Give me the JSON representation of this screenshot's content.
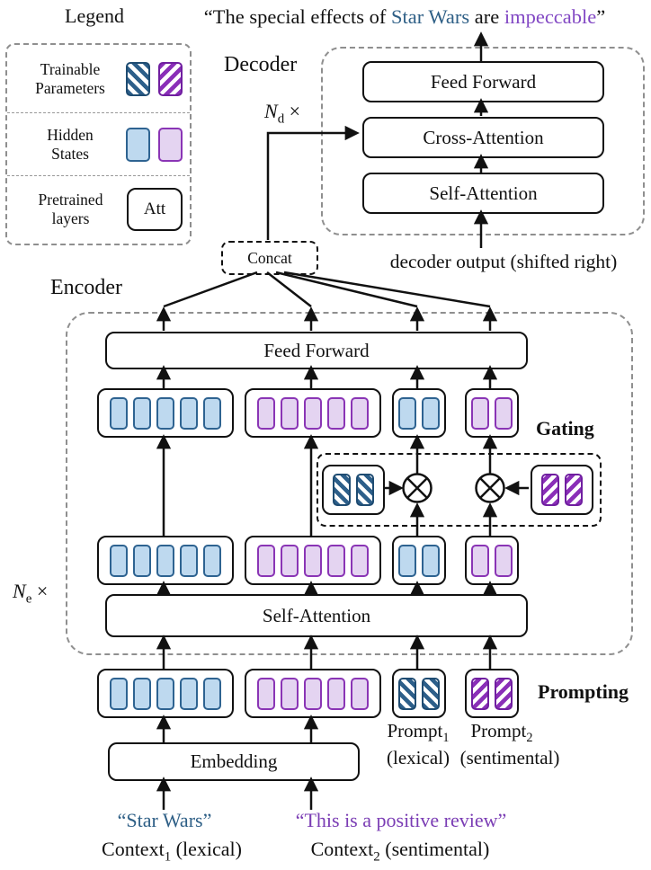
{
  "title": {
    "part1": "“The special effects of ",
    "star_wars": "Star Wars",
    "part2": " are ",
    "impeccable": "impeccable",
    "part3": "”"
  },
  "colors": {
    "steel_blue_text": "#2e5f86",
    "purple_text": "#8248c4",
    "blue_cell_fill": "#bed9ef",
    "blue_cell_border": "#2e6391",
    "purple_cell_fill": "#e4d4f1",
    "purple_cell_border": "#8a35b5",
    "hatch_blue": "#2d5f8a",
    "hatch_purple": "#8a2fb8",
    "dashed_gray": "#8f8f8f"
  },
  "legend": {
    "heading": "Legend",
    "trainable_line1": "Trainable",
    "trainable_line2": "Parameters",
    "hidden_line1": "Hidden",
    "hidden_line2": "States",
    "pretrained_line1": "Pretrained",
    "pretrained_line2": "layers",
    "att_label": "Att",
    "swatches": {
      "hatch_blue": {
        "kind": "hatch-blue sw",
        "count": 1
      },
      "hatch_purple": {
        "kind": "hatch-purple sw",
        "count": 1
      },
      "solid_blue": {
        "kind": "solid-blue sw",
        "count": 1
      },
      "solid_purple": {
        "kind": "solid-purple sw",
        "count": 1
      }
    }
  },
  "decoder": {
    "label": "Decoder",
    "repeat_n": "N",
    "repeat_sub": "d",
    "repeat_times": " ×",
    "feed_forward": "Feed Forward",
    "cross_attention": "Cross-Attention",
    "self_attention": "Self-Attention",
    "input_label": "decoder output (shifted right)"
  },
  "concat_label": "Concat",
  "encoder": {
    "label": "Encoder",
    "repeat_n": "N",
    "repeat_sub": "e",
    "repeat_times": " ×",
    "feed_forward": "Feed Forward",
    "self_attention": "Self-Attention",
    "gating_label": "Gating"
  },
  "groups": {
    "row1": [
      {
        "kind": "solid-blue",
        "count": 5
      },
      {
        "kind": "solid-purple",
        "count": 5
      },
      {
        "kind": "solid-blue",
        "count": 2
      },
      {
        "kind": "solid-purple",
        "count": 2
      }
    ],
    "row2": [
      {
        "kind": "solid-blue",
        "count": 5
      },
      {
        "kind": "solid-purple",
        "count": 5
      },
      {
        "kind": "solid-blue",
        "count": 2
      },
      {
        "kind": "solid-purple",
        "count": 2
      }
    ],
    "gate_blue": {
      "kind": "hatch-blue",
      "count": 2
    },
    "gate_purple": {
      "kind": "hatch-purple",
      "count": 2
    },
    "prompt_row": [
      {
        "kind": "solid-blue",
        "count": 5
      },
      {
        "kind": "solid-purple",
        "count": 5
      },
      {
        "kind": "hatch-blue",
        "count": 2
      },
      {
        "kind": "hatch-purple",
        "count": 2
      }
    ]
  },
  "prompting": {
    "label": "Prompting",
    "prompt1_name": "Prompt",
    "prompt1_sub": "1",
    "prompt1_type": "(lexical)",
    "prompt2_name": "Prompt",
    "prompt2_sub": "2",
    "prompt2_type": "(sentimental)"
  },
  "embedding_label": "Embedding",
  "inputs": {
    "context1_quote": "“Star Wars”",
    "context2_quote": "“This is a positive review”",
    "context1_name": "Context",
    "context1_sub": "1",
    "context1_type": "(lexical)",
    "context2_name": "Context",
    "context2_sub": "2",
    "context2_type": "(sentimental)"
  }
}
